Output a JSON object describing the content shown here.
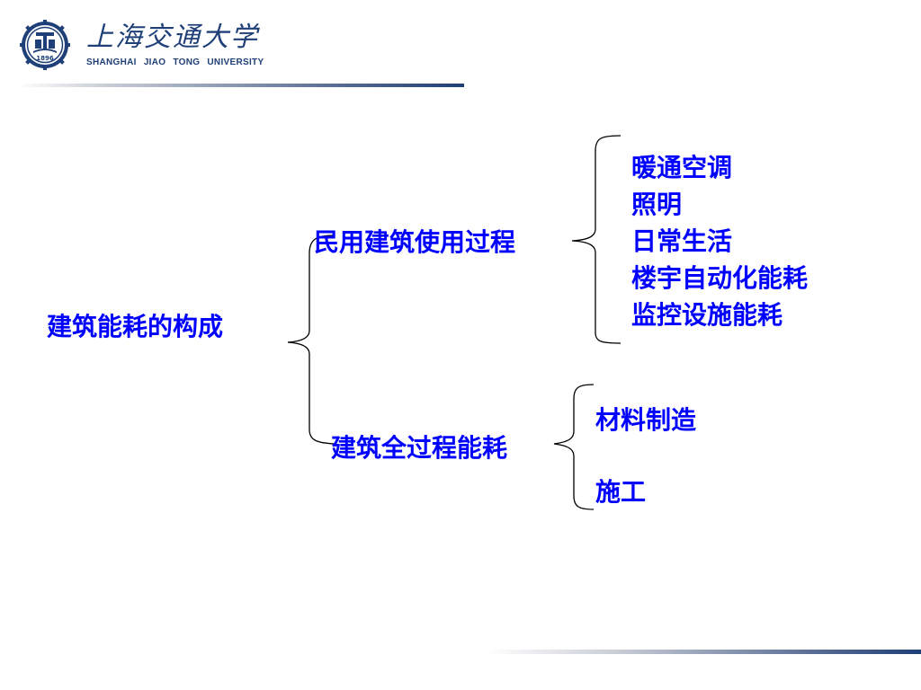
{
  "header": {
    "university_cn": "上海交通大学",
    "university_en": "SHANGHAI JIAO TONG UNIVERSITY",
    "logo_icon": "university-seal-icon",
    "logo_year": "1896",
    "brand_color": "#1f3f78"
  },
  "diagram": {
    "text_color": "#0000ff",
    "root": "建筑能耗的构成",
    "branches": [
      {
        "label": "民用建筑使用过程",
        "children": [
          "暖通空调",
          "照明",
          "日常生活",
          "楼宇自动化能耗",
          "监控设施能耗"
        ]
      },
      {
        "label": "建筑全过程能耗",
        "children": [
          "材料制造",
          "施工"
        ]
      }
    ]
  }
}
